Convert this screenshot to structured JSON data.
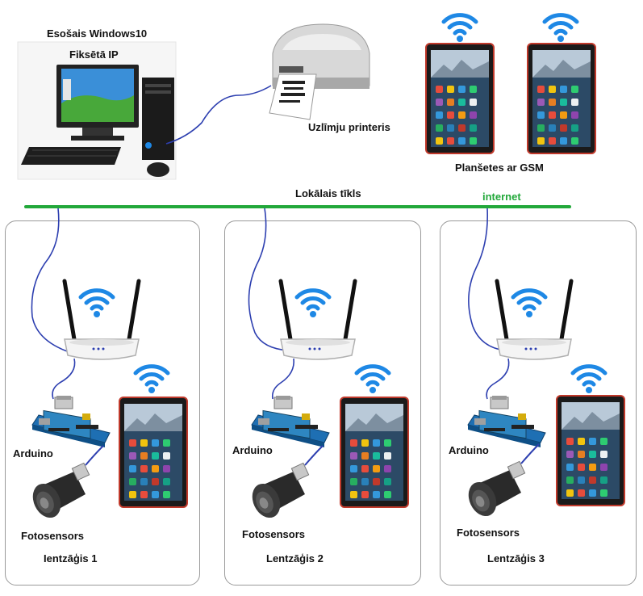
{
  "header": {
    "pc_line1": "Esošais Windows10",
    "pc_line2": "Fiksētā IP",
    "printer": "Uzlīmju printeris",
    "tablets": "Planšetes ar GSM",
    "network": "Lokālais tīkls",
    "internet": "internet"
  },
  "stations": [
    {
      "arduino": "Arduino",
      "sensor": "Fotosensors",
      "name": "Ientzāģis 1"
    },
    {
      "arduino": "Arduino",
      "sensor": "Fotosensors",
      "name": "Lentzāģis 2"
    },
    {
      "arduino": "Arduino",
      "sensor": "Fotosensors",
      "name": "Lentzāģis 3"
    }
  ],
  "colors": {
    "network_line": "#22a83a",
    "cable": "#2d3fb0",
    "wifi": "#1e88e5",
    "tablet_frame": "#c0392b"
  },
  "icons": [
    "desktop-computer-icon",
    "label-printer-icon",
    "tablet-icon",
    "wifi-icon",
    "wifi-router-icon",
    "arduino-board-icon",
    "photo-sensor-icon"
  ]
}
